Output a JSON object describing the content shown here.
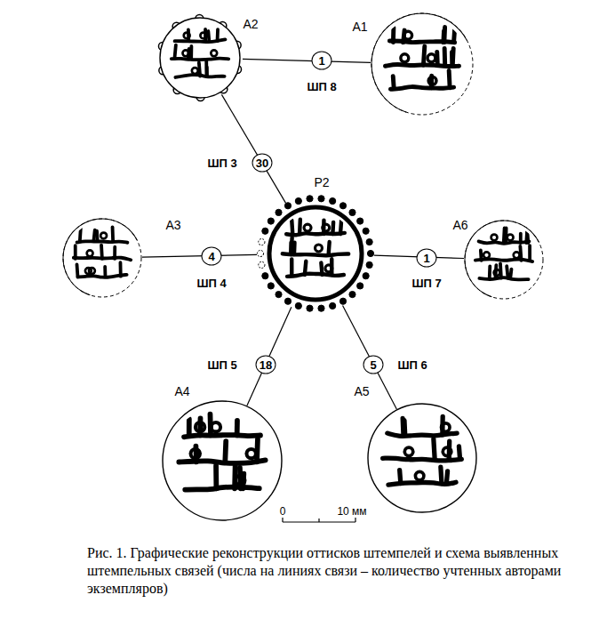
{
  "diagram": {
    "caption": "Рис. 1. Графические реконструкции оттисков штемпелей и схема выявленных штемпельных связей (числа на линиях связи – количество учтенных авторами экземпляров)",
    "nodes": [
      {
        "text": [
          "A2"
        ]
      },
      {
        "text": [
          "A1"
        ]
      },
      {
        "text": [
          "P2"
        ]
      },
      {
        "text": [
          "A3"
        ]
      },
      {
        "text": [
          "A6"
        ]
      },
      {
        "text": [
          "A4"
        ]
      },
      {
        "text": [
          "A5"
        ]
      }
    ],
    "edges": [
      {
        "from": 0,
        "to": 1,
        "arrow": "none",
        "label": "ШП 8"
      },
      {
        "from": 0,
        "to": 2,
        "arrow": "none",
        "label": "ШП 3"
      },
      {
        "from": 2,
        "to": 3,
        "arrow": "none",
        "label": "ШП 4"
      },
      {
        "from": 2,
        "to": 4,
        "arrow": "none",
        "label": "ШП 7"
      },
      {
        "from": 2,
        "to": 5,
        "arrow": "none",
        "label": "ШП 5"
      },
      {
        "from": 2,
        "to": 6,
        "arrow": "none",
        "label": "ШП 6"
      }
    ],
    "labels": [
      "1",
      "30",
      "4",
      "1",
      "18",
      "5",
      "0",
      "10 мм"
    ]
  }
}
